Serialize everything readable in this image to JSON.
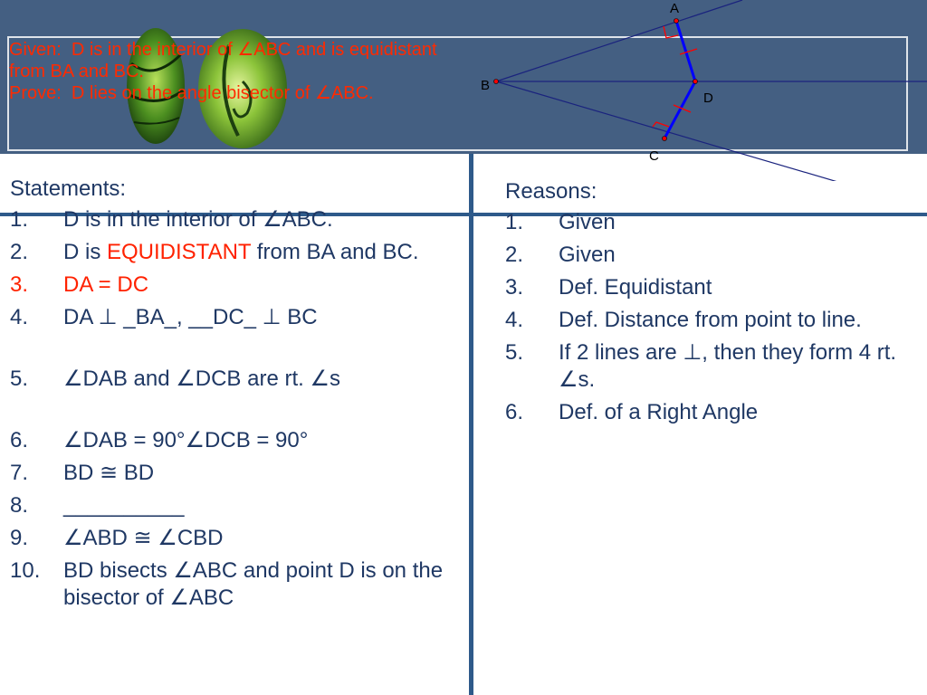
{
  "given_box": {
    "line1": "Given:  D is in the interior of ∠ABC and is equidistant from BA and BC.",
    "line2": "Prove:  D lies on the angle bisector of ∠ABC."
  },
  "diagram": {
    "label_a": "A",
    "label_b": "B",
    "label_c": "C",
    "label_d": "D"
  },
  "statements": {
    "title": "Statements:",
    "items": [
      {
        "num": "1.",
        "text": "D is in the interior of ∠ABC."
      },
      {
        "num": "2.",
        "pre": "D is ",
        "highlight": "EQUIDISTANT",
        "post": " from BA and BC."
      },
      {
        "num": "3.",
        "text": "DA = DC"
      },
      {
        "num": "4.",
        "text": "DA ⊥ _BA_, __DC_ ⊥ BC"
      },
      {
        "num": "5.",
        "text": "∠DAB and ∠DCB are rt. ∠s"
      },
      {
        "num": "6.",
        "text": "∠DAB = 90°∠DCB = 90°"
      },
      {
        "num": "7.",
        "text": "BD ≅ BD"
      },
      {
        "num": "8.",
        "text": "__________"
      },
      {
        "num": "9.",
        "text": "∠ABD ≅ ∠CBD"
      },
      {
        "num": "10.",
        "text": "BD bisects ∠ABC and point D is on the bisector of ∠ABC"
      }
    ]
  },
  "reasons": {
    "title": "Reasons:",
    "items": [
      {
        "num": "1.",
        "text": "Given"
      },
      {
        "num": "2.",
        "text": "Given"
      },
      {
        "num": "3.",
        "text": "Def. Equidistant"
      },
      {
        "num": "4.",
        "text": "Def. Distance from point to line."
      },
      {
        "num": "5.",
        "text": "If 2 lines are ⊥, then they form 4 rt. ∠s."
      },
      {
        "num": "6.",
        "text": "Def. of a Right Angle"
      }
    ]
  },
  "colors": {
    "header_band": "#445f82",
    "text_blue": "#1f3864",
    "highlight_red": "#ff2200",
    "divider": "#2e5a8a",
    "segment_blue": "#0000ff",
    "tick_red": "#ff0000"
  }
}
